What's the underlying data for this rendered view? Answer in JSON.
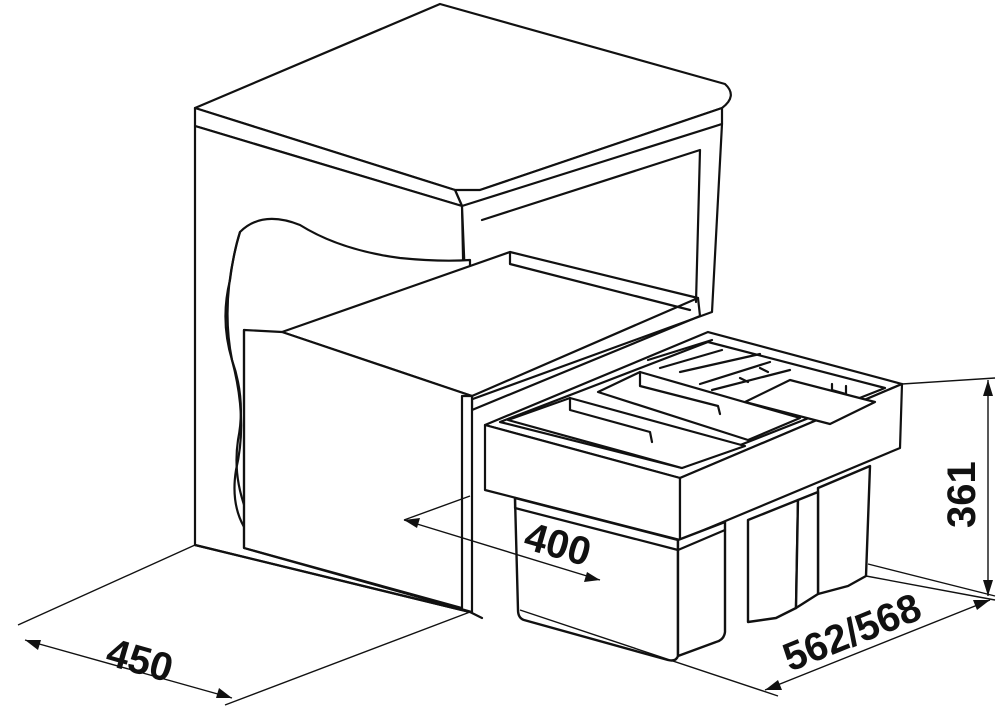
{
  "dimensions": {
    "height": "361",
    "width_inner": "400",
    "cabinet_width": "450",
    "depth": "562/568"
  }
}
